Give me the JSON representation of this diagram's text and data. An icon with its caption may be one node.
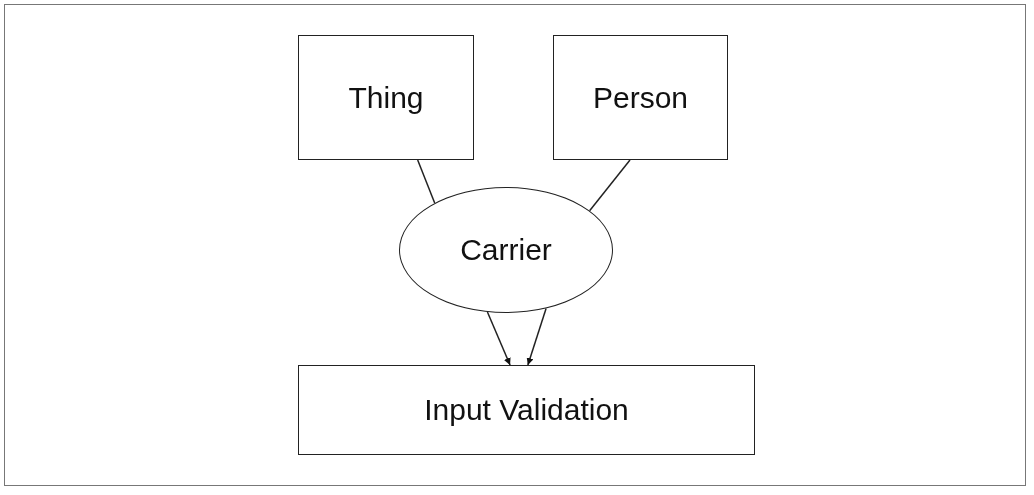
{
  "diagram": {
    "nodes": [
      {
        "text": [
          "Thing"
        ]
      },
      {
        "text": [
          "Person"
        ]
      },
      {
        "text": [
          "Carrier"
        ]
      },
      {
        "text": [
          "Input Validation"
        ]
      }
    ],
    "edges": [
      {
        "from": 0,
        "to": 2,
        "arrow": "none"
      },
      {
        "from": 1,
        "to": 2,
        "arrow": "none"
      },
      {
        "from": 2,
        "to": 3,
        "arrow": "to"
      },
      {
        "from": 2,
        "to": 3,
        "arrow": "to"
      }
    ]
  }
}
